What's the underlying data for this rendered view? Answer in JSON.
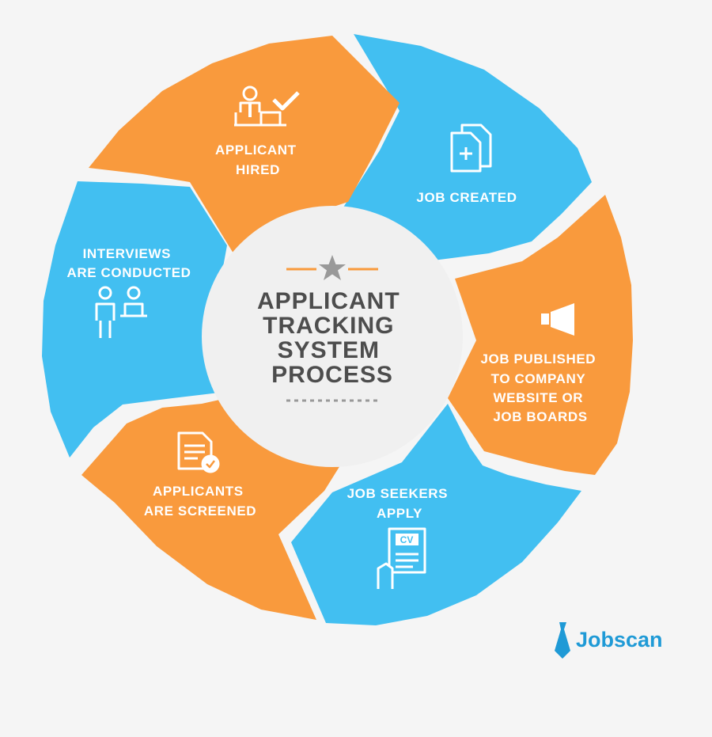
{
  "diagram": {
    "title_lines": [
      "APPLICANT",
      "TRACKING",
      "SYSTEM",
      "PROCESS"
    ],
    "steps": [
      {
        "label_lines": [
          "JOB CREATED"
        ],
        "icon": "documents-add-icon",
        "color": "#42bff1"
      },
      {
        "label_lines": [
          "JOB PUBLISHED",
          "TO COMPANY",
          "WEBSITE OR",
          "JOB BOARDS"
        ],
        "icon": "megaphone-icon",
        "color": "#f99a3d"
      },
      {
        "label_lines": [
          "JOB SEEKERS",
          "APPLY"
        ],
        "icon": "cv-hand-icon",
        "color": "#42bff1"
      },
      {
        "label_lines": [
          "APPLICANTS",
          "ARE SCREENED"
        ],
        "icon": "screened-document-icon",
        "color": "#f99a3d"
      },
      {
        "label_lines": [
          "INTERVIEWS",
          "ARE CONDUCTED"
        ],
        "icon": "interview-people-icon",
        "color": "#42bff1"
      },
      {
        "label_lines": [
          "APPLICANT",
          "HIRED"
        ],
        "icon": "hired-person-icon",
        "color": "#f99a3d"
      }
    ]
  },
  "brand": {
    "name": "Jobscan",
    "color": "#1f9ad6"
  },
  "colors": {
    "blue": "#42bff1",
    "orange": "#f99a3d",
    "center": "#f0f0f0",
    "title": "#4d4d4d",
    "star": "#999999",
    "background": "#f5f5f5"
  }
}
